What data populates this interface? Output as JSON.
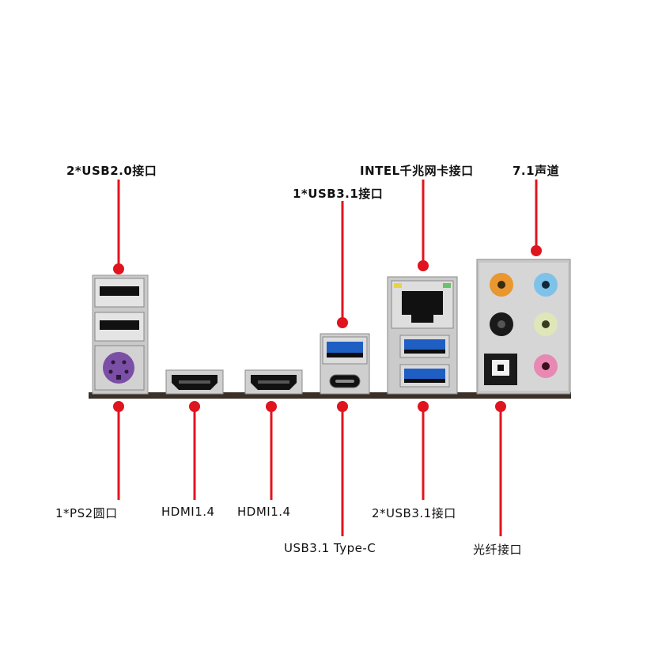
{
  "labels": {
    "usb20": "2*USB2.0接口",
    "usb31_top": "1*USB3.1接口",
    "intel_lan": "INTEL千兆网卡接口",
    "audio71": "7.1声道",
    "ps2": "1*PS2圆口",
    "hdmi_a": "HDMI1.4",
    "hdmi_b": "HDMI1.4",
    "usb31_typec": "USB3.1 Type-C",
    "usb31_double": "2*USB3.1接口",
    "optical": "光纤接口"
  },
  "colors": {
    "leader": "#e0141e",
    "usb2": "#111111",
    "usb3": "#1f5fc4",
    "ps2": "#7b4fa6",
    "audio_orange": "#e9972e",
    "audio_blue": "#7ec2ea",
    "audio_black": "#1a1a1a",
    "audio_lime": "#dfe6b8",
    "audio_pink": "#e889b3",
    "board": "#3a3028",
    "metal": "#c7c7c7"
  }
}
